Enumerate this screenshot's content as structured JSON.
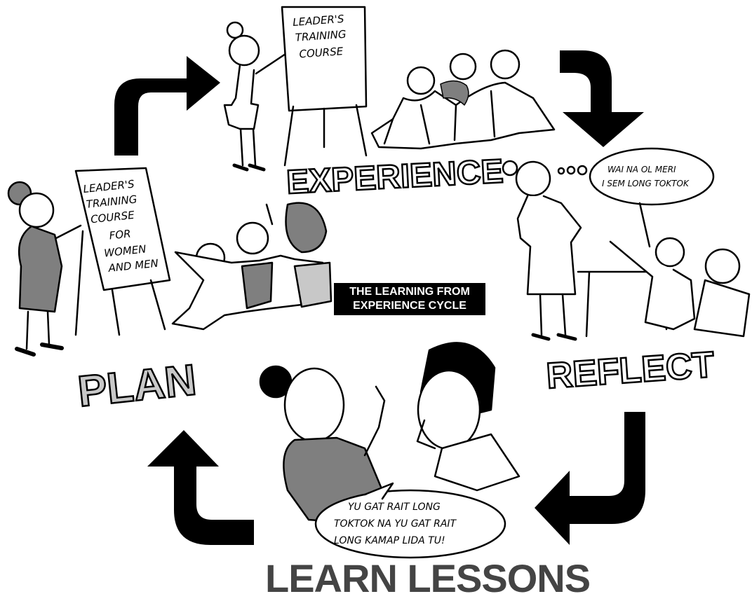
{
  "diagram": {
    "caption": [
      "THE LEARNING FROM",
      "EXPERIENCE CYCLE"
    ],
    "stages": {
      "experience": "EXPERIENCE",
      "reflect": "REFLECT",
      "learn": "LEARN LESSONS",
      "plan": "PLAN"
    },
    "boards": {
      "experience_board": [
        "LEADER'S",
        "TRAINING",
        "COURSE"
      ],
      "plan_board": [
        "LEADER'S",
        "TRAINING",
        "COURSE",
        "FOR",
        "WOMEN",
        "AND MEN"
      ]
    },
    "speech": {
      "reflect_bubble": [
        "WAI NA OL MERI",
        "I SEM LONG TOKTOK"
      ],
      "learn_bubble": [
        "YU GAT RAIT LONG",
        "TOKTOK NA YU GAT RAIT",
        "LONG KAMAP LIDA TU!"
      ]
    },
    "colors": {
      "ink": "#000000",
      "paper": "#ffffff",
      "shade": "#7f7f7f",
      "plan_fill": "#c8c8c8"
    }
  }
}
